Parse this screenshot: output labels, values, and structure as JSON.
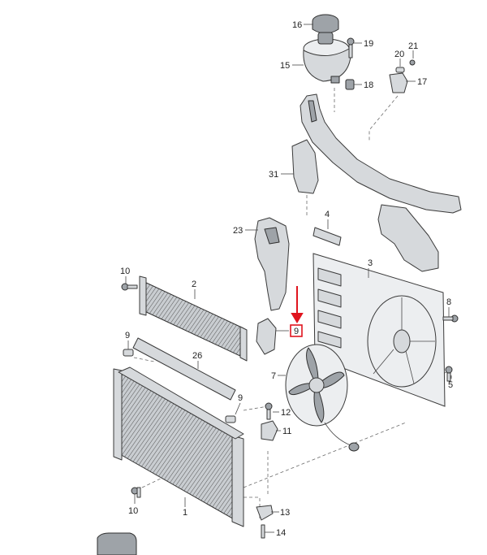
{
  "diagram": {
    "callouts": [
      {
        "id": "c16",
        "label": "16"
      },
      {
        "id": "c19",
        "label": "19"
      },
      {
        "id": "c21",
        "label": "21"
      },
      {
        "id": "c20",
        "label": "20"
      },
      {
        "id": "c15",
        "label": "15"
      },
      {
        "id": "c17",
        "label": "17"
      },
      {
        "id": "c18",
        "label": "18"
      },
      {
        "id": "c31",
        "label": "31"
      },
      {
        "id": "c4",
        "label": "4"
      },
      {
        "id": "c23",
        "label": "23"
      },
      {
        "id": "c3",
        "label": "3"
      },
      {
        "id": "c10a",
        "label": "10"
      },
      {
        "id": "c2",
        "label": "2"
      },
      {
        "id": "c8",
        "label": "8"
      },
      {
        "id": "c9a",
        "label": "9"
      },
      {
        "id": "c26",
        "label": "26"
      },
      {
        "id": "c7",
        "label": "7"
      },
      {
        "id": "c5",
        "label": "5"
      },
      {
        "id": "c9b",
        "label": "9"
      },
      {
        "id": "c12",
        "label": "12"
      },
      {
        "id": "c11",
        "label": "11"
      },
      {
        "id": "c10b",
        "label": "10"
      },
      {
        "id": "c1",
        "label": "1"
      },
      {
        "id": "c13",
        "label": "13"
      },
      {
        "id": "c14",
        "label": "14"
      }
    ],
    "highlight_label": "9",
    "accent_color": "#e0141e"
  }
}
